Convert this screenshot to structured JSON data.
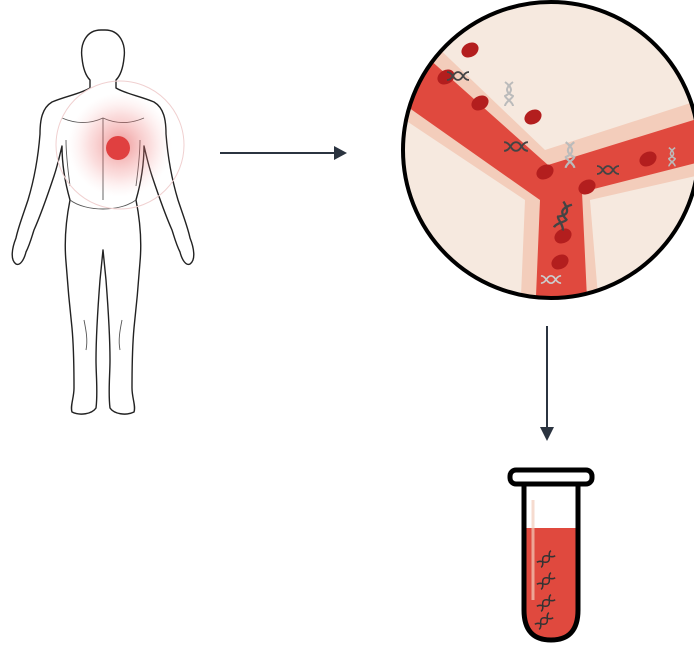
{
  "diagram": {
    "nodes": [
      {
        "id": "body",
        "icon": "human-body-icon"
      },
      {
        "id": "vessel",
        "icon": "blood-vessel-magnified-icon"
      },
      {
        "id": "tube",
        "icon": "blood-test-tube-icon"
      }
    ],
    "edges": [
      {
        "from": "body",
        "to": "vessel"
      },
      {
        "from": "vessel",
        "to": "tube"
      }
    ]
  },
  "colors": {
    "tumor": "#e04040",
    "blood": "#e0493e",
    "vessel_wall": "#f3cdbb",
    "tissue_bg": "#f6e9df",
    "cell": "#b31e1e",
    "dna": "#555555",
    "dna_light": "#bfbfbf",
    "outline": "#000000",
    "arrow": "#2b3440"
  }
}
